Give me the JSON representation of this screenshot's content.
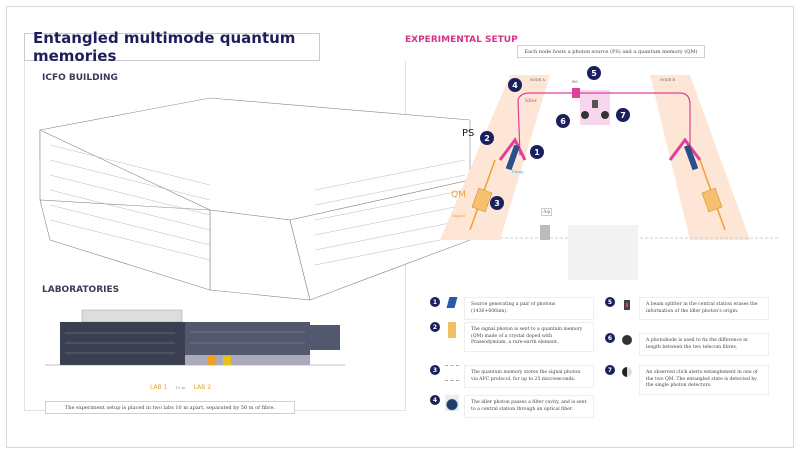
{
  "title": "Entangled multimode quantum memories",
  "left": {
    "building_heading": "ICFO BUILDING",
    "labs_heading": "LABORATORIES",
    "lab1": "LAB 1",
    "lab_distance": "10 m",
    "lab2": "LAB 2",
    "caption": "The experiment setup is placed in two labs 10 m apart, separated by 50 m of fibre."
  },
  "right": {
    "heading": "EXPERIMENTAL SETUP",
    "caption": "Each node hosts a photon source (PS) and a quantum memory (QM)",
    "node_a": "NODE A",
    "node_b": "NODE B",
    "bs": "BS",
    "ps_label": "PS",
    "qm_label": "QM",
    "idler_label": "Idler",
    "pump_label": "Pump",
    "signal_label": "Signal",
    "delta_label": "Δφ",
    "markers": [
      "1",
      "2",
      "3",
      "4",
      "5",
      "6",
      "7"
    ]
  },
  "legend": [
    {
      "num": "1",
      "icon": "crystal-source-icon",
      "text": "Source generating a pair of photons (1436+606nm)."
    },
    {
      "num": "2",
      "icon": "quantum-memory-crystal-icon",
      "text": "The signal photon is sent to a quantum memory (QM) made of a crystal doped with Praseodymium, a rare-earth element."
    },
    {
      "num": "3",
      "icon": "afc-protocol-icon",
      "text": "The quantum memory stores the signal photon via AFC protocol, for up to 25 microseconds."
    },
    {
      "num": "4",
      "icon": "filter-cavity-icon",
      "text": "The idler photon passes a filter cavity, and is sent to a central station through an optical fiber."
    },
    {
      "num": "5",
      "icon": "beam-splitter-icon",
      "text": "A beam splitter in the central station erases the information of the idler photon's origin."
    },
    {
      "num": "6",
      "icon": "photodiode-icon",
      "text": "A photodiode is used to fix the difference in length between the two telecom fibres."
    },
    {
      "num": "7",
      "icon": "detector-icon",
      "text": "An observed click alerts entanglement in one of the two QM. The entangled state is detected by the single photon detectors."
    }
  ],
  "colors": {
    "title": "#1e1f5a",
    "accent": "#d6338a",
    "marker": "#1b1f5e",
    "lab": "#e6a52a",
    "node_band": "#fde6d6"
  }
}
